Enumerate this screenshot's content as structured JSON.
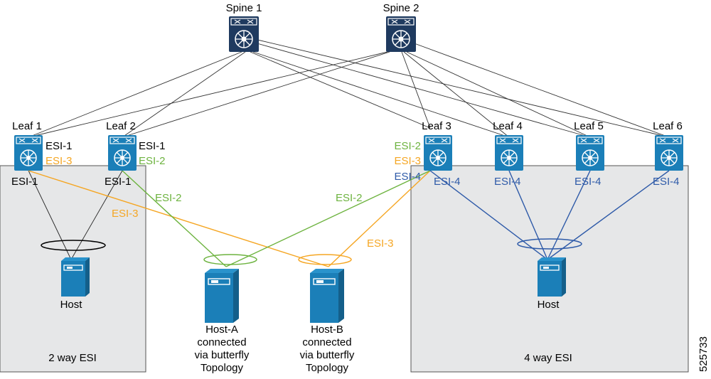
{
  "spines": [
    {
      "label": "Spine 1"
    },
    {
      "label": "Spine 2"
    }
  ],
  "leaves": [
    {
      "label": "Leaf 1"
    },
    {
      "label": "Leaf 2"
    },
    {
      "label": "Leaf 3"
    },
    {
      "label": "Leaf 4"
    },
    {
      "label": "Leaf 5"
    },
    {
      "label": "Leaf 6"
    }
  ],
  "esi_labels": {
    "leaf1_top": "ESI-1",
    "leaf1_mid": "ESI-3",
    "leaf1_bottom": "ESI-1",
    "leaf2_top": "ESI-1",
    "leaf2_mid": "ESI-2",
    "leaf2_bottom": "ESI-1",
    "leaf3_a": "ESI-2",
    "leaf3_b": "ESI-3",
    "leaf3_c": "ESI-4",
    "leaf3_bottom": "ESI-4",
    "leaf4_bottom": "ESI-4",
    "leaf5_bottom": "ESI-4",
    "leaf6_bottom": "ESI-4",
    "link_esi2_left": "ESI-2",
    "link_esi3_left": "ESI-3",
    "link_esi2_right": "ESI-2",
    "link_esi3_right": "ESI-3"
  },
  "hosts": {
    "left_host": "Host",
    "right_host": "Host",
    "host_a": [
      "Host-A",
      "connected",
      "via butterfly",
      "Topology"
    ],
    "host_b": [
      "Host-B",
      "connected",
      "via butterfly",
      "Topology"
    ]
  },
  "panels": {
    "left": "2 way ESI",
    "right": "4 way ESI"
  },
  "figure_id": "525733",
  "colors": {
    "device": "#1f3a5f",
    "leaf": "#1b7fb8",
    "host": "#1b7fb8",
    "esi2": "#6db33f",
    "esi3": "#f5a623",
    "esi4": "#2e5aa8",
    "panel": "#e6e7e8"
  }
}
